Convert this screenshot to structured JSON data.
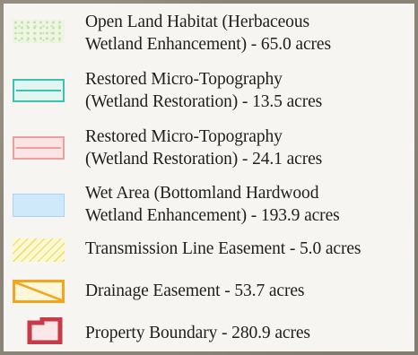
{
  "legend": {
    "items": [
      {
        "key": "open-land",
        "line1": "Open Land Habitat (Herbaceous",
        "line2": "Wetland Enhancement) - 65.0 acres",
        "swatch_color": "#bfe0a6"
      },
      {
        "key": "restored-teal",
        "line1": "Restored Micro-Topography",
        "line2": "(Wetland Restoration) - 13.5 acres",
        "swatch_color": "#3dc2ad"
      },
      {
        "key": "restored-pink",
        "line1": "Restored Micro-Topography",
        "line2": "(Wetland Restoration) - 24.1 acres",
        "swatch_color": "#ef9ea0"
      },
      {
        "key": "wet-area",
        "line1": "Wet Area (Bottomland Hardwood",
        "line2": "Wetland Enhancement) - 193.9 acres",
        "swatch_color": "#cfe9fb"
      },
      {
        "key": "transmission",
        "line1": "Transmission Line Easement - 5.0 acres",
        "swatch_color": "#ece27a"
      },
      {
        "key": "drainage",
        "line1": "Drainage Easement - 53.7 acres",
        "swatch_color": "#f3a51e"
      },
      {
        "key": "property",
        "line1": "Property Boundary - 280.9 acres",
        "swatch_color": "#c73a47"
      }
    ]
  }
}
